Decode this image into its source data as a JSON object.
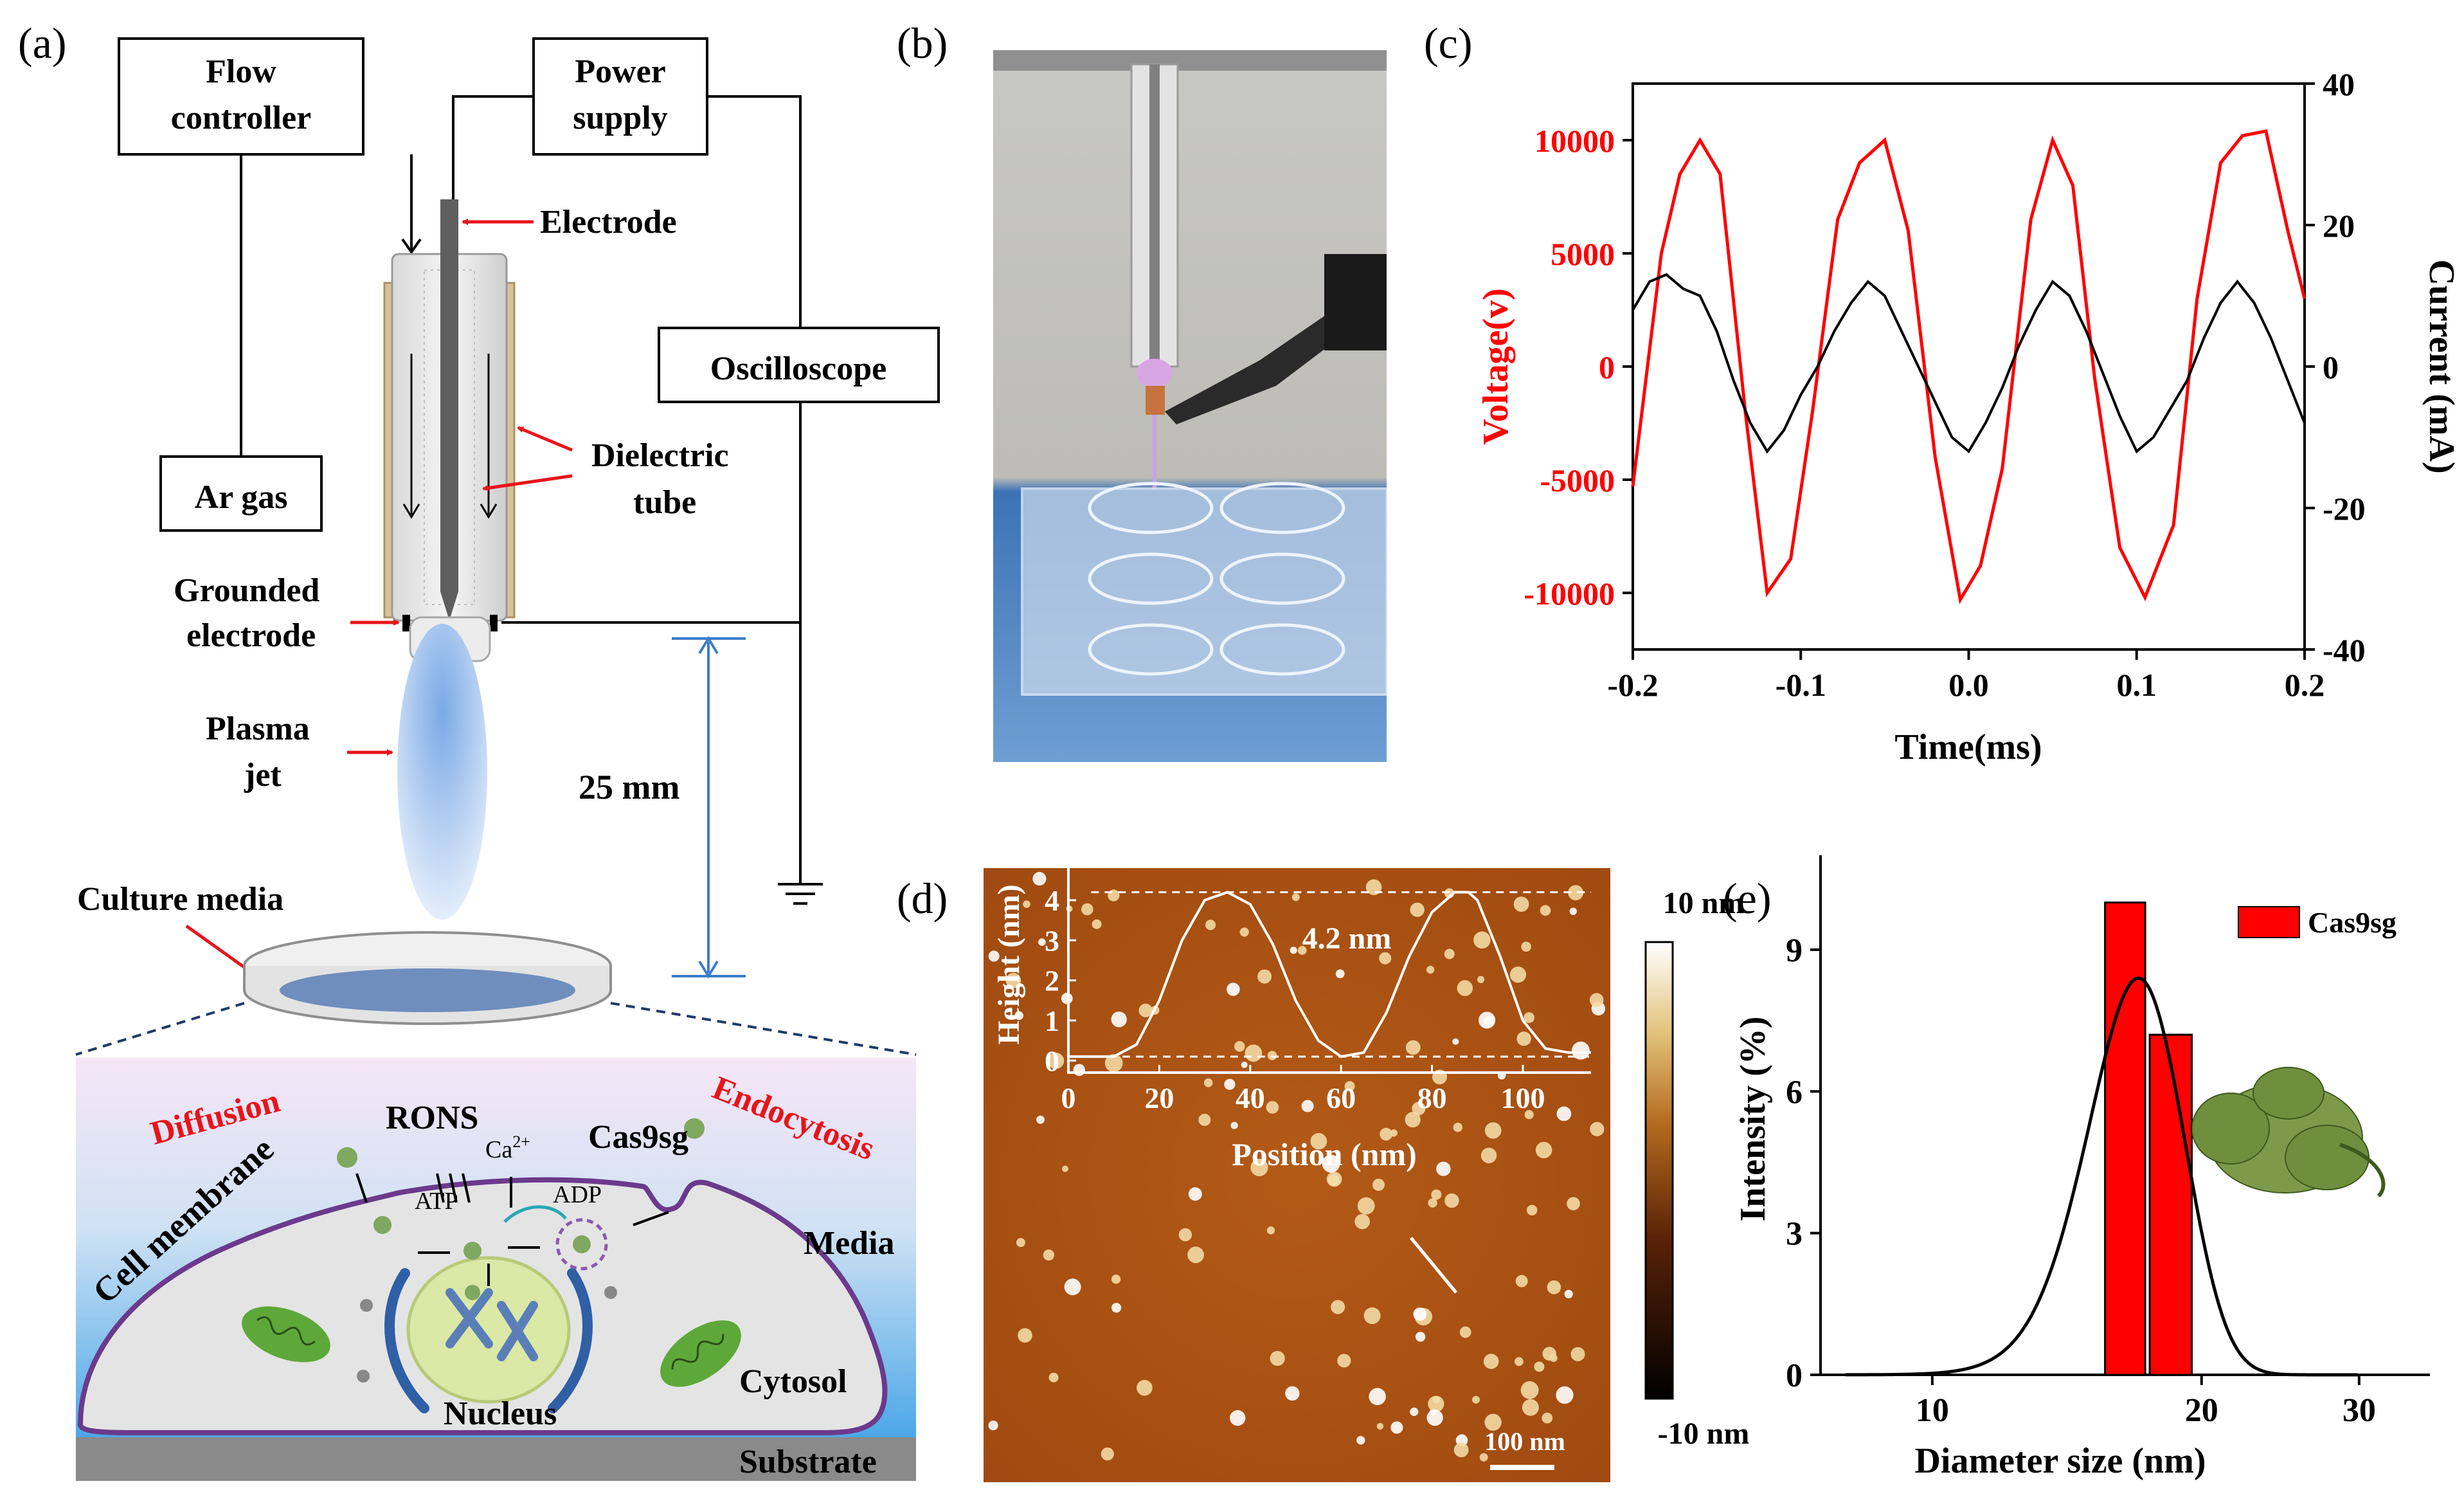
{
  "panels": {
    "a": {
      "label": "(a)",
      "flow_controller": [
        "Flow",
        "controller"
      ],
      "power_supply": [
        "Power",
        "supply"
      ],
      "electrode": "Electrode",
      "oscilloscope": "Oscilloscope",
      "ar_gas": "Ar gas",
      "dielectric_tube": [
        "Dielectric",
        "tube"
      ],
      "grounded_electrode": [
        "Grounded",
        "electrode"
      ],
      "plasma_jet": [
        "Plasma",
        "jet"
      ],
      "distance": "25 mm",
      "culture_media": "Culture media",
      "cell": {
        "diffusion": "Diffusion",
        "endocytosis": "Endocytosis",
        "rons": "RONS",
        "ca": "Ca",
        "ca_sup": "2+",
        "cas9sg": "Cas9sg",
        "atp": "ATP",
        "adp": "ADP",
        "cell_membrane": "Cell membrane",
        "media": "Media",
        "cytosol": "Cytosol",
        "nucleus": "Nucleus",
        "substrate": "Substrate"
      },
      "colors": {
        "arrow": "#e8141b",
        "media_top": "#f3e4f5",
        "media_bottom": "#4aa6e8",
        "cell": "#e2e2e2",
        "membrane": "#6b3a8c"
      }
    },
    "b": {
      "label": "(b)"
    },
    "c": {
      "label": "(c)"
    },
    "d": {
      "label": "(d)",
      "scale_max": "10 nm",
      "scale_min": "-10 nm",
      "scale_bar": "100 nm"
    },
    "e": {
      "label": "(e)"
    }
  },
  "chart_data": [
    {
      "panel": "c",
      "type": "line",
      "xlabel": "Time(ms)",
      "ylabel_left": "Voltage(v)",
      "ylabel_right": "Current (mA)",
      "xlim": [
        -0.2,
        0.2
      ],
      "ylim_left": [
        -12500,
        12500
      ],
      "ylim_right": [
        -40,
        40
      ],
      "xticks": [
        -0.2,
        -0.1,
        0.0,
        0.1,
        0.2
      ],
      "xtick_labels": [
        "-0.2",
        "-0.1",
        "0.0",
        "0.1",
        "0.2"
      ],
      "yticks_left": [
        10000,
        5000,
        0,
        -5000,
        -10000
      ],
      "ytick_labels_left": [
        "10000",
        "5000",
        "0",
        "-5000",
        "-10000"
      ],
      "yticks_right": [
        40,
        20,
        0,
        -20,
        -40
      ],
      "ytick_labels_right": [
        "40",
        "20",
        "0",
        "-20",
        "-40"
      ],
      "series": [
        {
          "axis": "left",
          "color": "#ff0000",
          "x": [
            -0.2,
            -0.183,
            -0.172,
            -0.16,
            -0.148,
            -0.133,
            -0.12,
            -0.106,
            -0.093,
            -0.078,
            -0.065,
            -0.05,
            -0.036,
            -0.02,
            -0.005,
            0.007,
            0.02,
            0.037,
            0.05,
            0.062,
            0.075,
            0.09,
            0.105,
            0.122,
            0.136,
            0.15,
            0.163,
            0.177,
            0.19,
            0.2
          ],
          "values": [
            -5300,
            5000,
            8500,
            10000,
            8500,
            -2000,
            -10000,
            -8500,
            -2000,
            6500,
            9000,
            10000,
            6000,
            -4000,
            -10300,
            -8800,
            -4500,
            6500,
            10000,
            8000,
            -500,
            -8000,
            -10200,
            -7000,
            3000,
            9000,
            10200,
            10400,
            6000,
            3000
          ]
        },
        {
          "axis": "right",
          "color": "#000000",
          "x": [
            -0.2,
            -0.19,
            -0.18,
            -0.17,
            -0.16,
            -0.15,
            -0.14,
            -0.13,
            -0.12,
            -0.11,
            -0.1,
            -0.09,
            -0.08,
            -0.07,
            -0.06,
            -0.05,
            -0.04,
            -0.03,
            -0.02,
            -0.01,
            0.0,
            0.01,
            0.02,
            0.03,
            0.04,
            0.05,
            0.06,
            0.07,
            0.08,
            0.09,
            0.1,
            0.11,
            0.12,
            0.13,
            0.14,
            0.15,
            0.16,
            0.17,
            0.18,
            0.19,
            0.2
          ],
          "values": [
            8,
            12,
            13,
            11,
            10,
            5,
            -2,
            -8,
            -12,
            -9,
            -4,
            0,
            5,
            9,
            12,
            10,
            5,
            0,
            -5,
            -10,
            -12,
            -8,
            -3,
            3,
            8,
            12,
            10,
            5,
            -1,
            -7,
            -12,
            -10,
            -6,
            -2,
            4,
            9,
            12,
            9,
            4,
            -2,
            -8
          ]
        }
      ]
    },
    {
      "panel": "d-inset",
      "type": "line",
      "xlabel": "Position (nm)",
      "ylabel": "Height (nm)",
      "annotation": "4.2 nm",
      "xlim": [
        0,
        115
      ],
      "ylim": [
        -0.3,
        4.4
      ],
      "xticks": [
        0,
        20,
        40,
        60,
        80,
        100
      ],
      "xtick_labels": [
        "0",
        "20",
        "40",
        "60",
        "80",
        "100"
      ],
      "yticks": [
        0,
        1,
        2,
        3,
        4
      ],
      "ytick_labels": [
        "0",
        "1",
        "2",
        "3",
        "4"
      ],
      "series": [
        {
          "color": "#ffffff",
          "x": [
            0,
            10,
            15,
            20,
            25,
            30,
            35,
            40,
            45,
            50,
            55,
            60,
            65,
            70,
            75,
            80,
            85,
            88,
            90,
            95,
            100,
            105,
            110,
            115
          ],
          "values": [
            0.1,
            0.1,
            0.4,
            1.5,
            3.0,
            4.0,
            4.2,
            3.9,
            2.9,
            1.5,
            0.5,
            0.1,
            0.2,
            1.2,
            2.6,
            3.7,
            4.2,
            4.2,
            4.0,
            2.6,
            1.0,
            0.3,
            0.2,
            0.2
          ]
        }
      ]
    },
    {
      "panel": "e",
      "type": "bar",
      "xlabel": "Diameter size (nm)",
      "ylabel": "Intensity (%)",
      "legend": "Cas9sg",
      "legend_position": "top-right",
      "xscale": "log",
      "xlim": [
        7.5,
        36
      ],
      "ylim": [
        0,
        11
      ],
      "xticks": [
        10,
        20,
        30
      ],
      "xtick_labels": [
        "10",
        "20",
        "30"
      ],
      "yticks": [
        0,
        3,
        6,
        9
      ],
      "ytick_labels": [
        "0",
        "3",
        "6",
        "9"
      ],
      "bars": [
        {
          "from": 15.6,
          "to": 17.3,
          "value": 10.0
        },
        {
          "from": 17.5,
          "to": 19.5,
          "value": 7.2
        }
      ],
      "bar_color": "#ff0000",
      "fit": {
        "type": "gaussian",
        "center": 17.0,
        "sigma": 2.1,
        "peak": 8.4
      }
    }
  ]
}
